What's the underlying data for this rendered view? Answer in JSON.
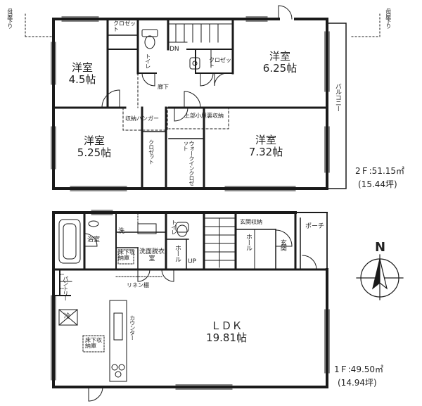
{
  "floor2": {
    "rooms": {
      "bedroom_a": {
        "name": "洋室",
        "size": "4.5帖"
      },
      "bedroom_b": {
        "name": "洋室",
        "size": "6.25帖"
      },
      "bedroom_c": {
        "name": "洋室",
        "size": "5.25帖"
      },
      "bedroom_d": {
        "name": "洋室",
        "size": "7.32帖"
      }
    },
    "closet_a": "クロゼット",
    "closet_b": "クロゼット",
    "closet_c": "クロゼット",
    "walkin": "ウォークインクロゼット",
    "toilet": "トイレ",
    "stairs_down": "DN",
    "hallway": "廊下",
    "storage_hanger": "収納ハンガー",
    "attic_label": "上部小屋裏収納",
    "balcony": "バルコニー",
    "eave_left": "母屋下り",
    "eave_right": "母屋下り",
    "area": "2Ｆ:51.15㎡",
    "area_tsubo": "(15.44坪)"
  },
  "floor1": {
    "bath": "浴室",
    "laundry": "洗",
    "under_floor_storage_a": "床下収納庫",
    "washroom": "洗面脱衣室",
    "toilet": "トイレ",
    "hall_a": "ホール",
    "stairs_up": "UP",
    "entrance_storage": "玄関収納",
    "hall_b": "ホール",
    "entrance": "玄関",
    "porch": "ポーチ",
    "linen": "リネン棚",
    "pantry": "パントリー",
    "fridge": "冷",
    "under_floor_storage_b": "床下収納庫",
    "counter": "カウンター",
    "ldk": {
      "name": "ＬＤＫ",
      "size": "19.81帖"
    },
    "area": "1Ｆ:49.50㎡",
    "area_tsubo": "(14.94坪)"
  },
  "compass": {
    "label": "N"
  }
}
